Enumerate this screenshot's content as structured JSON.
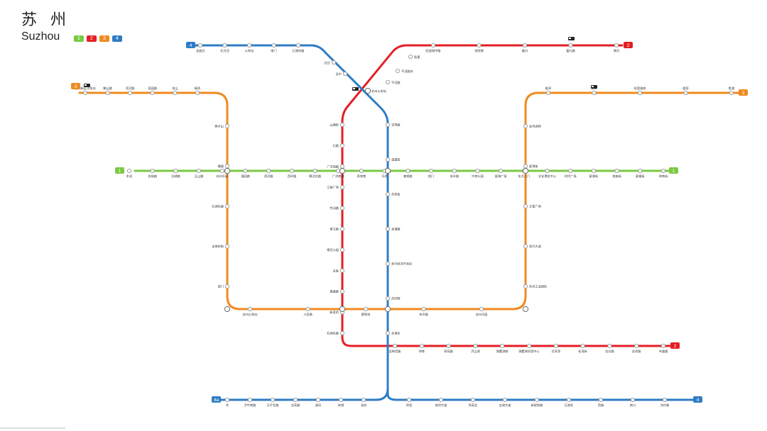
{
  "title_cn": "苏 州",
  "title_en": "Suzhou",
  "colors": {
    "line1": "#7ac943",
    "line2": "#e41e25",
    "line3": "#ef8a21",
    "line4": "#2e7cc4",
    "station": "#ffffff"
  },
  "legend": [
    {
      "label": "1",
      "color": "#7ac943"
    },
    {
      "label": "2",
      "color": "#e41e25"
    },
    {
      "label": "3",
      "color": "#ef8a21"
    },
    {
      "label": "4",
      "color": "#2e7cc4"
    }
  ],
  "line_badges": {
    "line1": "1",
    "line2": "2",
    "line3": "3",
    "line4": "4",
    "line4_branch": "4a"
  },
  "stations": {
    "line1": [
      "木渎",
      "金枫路",
      "汾湖路",
      "玉山路",
      "苏州乐园",
      "塔园路",
      "滨河路",
      "西环路",
      "桐泾北路",
      "广济南路",
      "养育巷",
      "乐桥",
      "临顿路",
      "相门",
      "东环路",
      "中央公园",
      "星海广场",
      "东方之门",
      "文化博览中心",
      "时代广场",
      "星湖街",
      "南施街",
      "星塘街",
      "钟南街"
    ],
    "line2_north": [
      "骑河",
      "富元路",
      "蠡口",
      "徐图港",
      "阳澄湖中路",
      "陆慕",
      "平泷路东",
      "平河路",
      "苏州火车站"
    ],
    "line2_west": [
      "山塘街",
      "石路",
      "广济南路",
      "三香广场",
      "劳动路",
      "胥江路",
      "桐泾公园",
      "友联",
      "盘蠡路",
      "新家桥",
      "石湖东路"
    ],
    "line2_south": [
      "宝带西路",
      "郭巷",
      "郭苑路",
      "尹山湖",
      "独墅湖南",
      "独墅湖邻里中心",
      "月亮湾",
      "松涛街",
      "金谷路",
      "金尚路",
      "叶盛路"
    ],
    "line3": [
      "苏州新区火车站",
      "獅山路",
      "滨河路",
      "塔园路",
      "何山",
      "枫桥",
      "狮子山",
      "横塘",
      "石湖东路",
      "宝带桥南",
      "南门",
      "苏州火车站",
      "人民路",
      "察院场",
      "东环路",
      "苏州乐园",
      "金鸡湖西",
      "星港街",
      "文星广场",
      "现代大道",
      "苏州工业园区",
      "唯亭",
      "夷亭",
      "阳澄湖南",
      "娄葑",
      "胜浦"
    ],
    "line4": [
      "龙道浜",
      "北河泾",
      "火车站",
      "南门",
      "石湖东路",
      "红庄",
      "吴中",
      "宝带路",
      "溪霞街",
      "苏苑街",
      "龙道路",
      "吴中经济开发区",
      "苏同黎",
      "北港东",
      "同里",
      "南浔大道",
      "秀英北",
      "五湖大道",
      "新规划路",
      "石湖北",
      "西路",
      "南川",
      "合作路"
    ],
    "line4_branch": [
      "木",
      "尹中南路",
      "天平北路",
      "北苑路",
      "清风",
      "林港",
      "龙府"
    ]
  }
}
